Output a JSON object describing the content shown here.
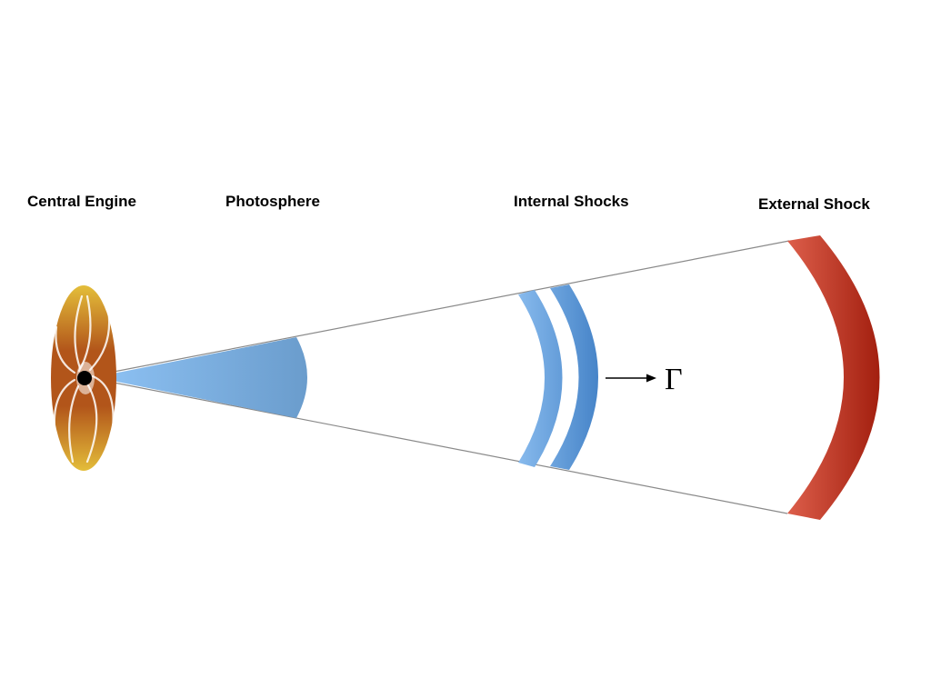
{
  "labels": {
    "central_engine": "Central Engine",
    "photosphere": "Photosphere",
    "internal_shocks": "Internal Shocks",
    "external_shock": "External Shock"
  },
  "symbols": {
    "lorentz_factor": "Γ"
  },
  "colors": {
    "cone_line": "#8a8a8a",
    "photosphere_light": "#8cc0f2",
    "photosphere_dark": "#6a9ccc",
    "internal_shock_light": "#8bbdef",
    "internal_shock_dark": "#3f7ec4",
    "external_shock_light": "#e0624e",
    "external_shock_dark": "#a01c0c",
    "engine_gold": "#e3bd3a",
    "engine_brown": "#b2551a",
    "black_hole": "#000000"
  }
}
